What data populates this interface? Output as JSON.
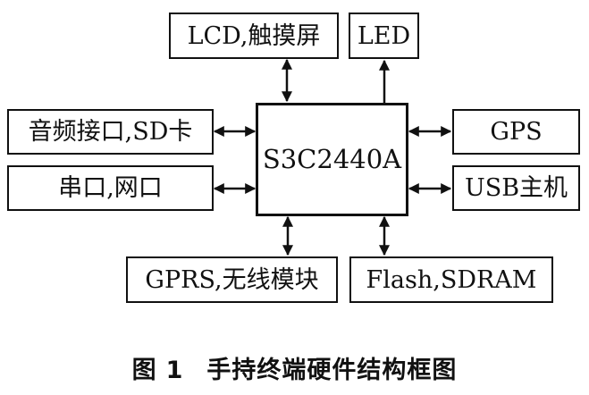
{
  "diagram": {
    "cpu": {
      "label": "S3C2440A"
    },
    "blocks": {
      "lcd": "LCD,触摸屏",
      "led": "LED",
      "audio_sd": "音频接口,SD卡",
      "serial_net": "串口,网口",
      "gps": "GPS",
      "usb_host": "USB主机",
      "gprs_wireless": "GPRS,无线模块",
      "flash_sdram": "Flash,SDRAM"
    },
    "connections": [
      {
        "from": "S3C2440A",
        "to": "LCD,触摸屏",
        "direction": "bidirectional"
      },
      {
        "from": "S3C2440A",
        "to": "LED",
        "direction": "to-led"
      },
      {
        "from": "S3C2440A",
        "to": "音频接口,SD卡",
        "direction": "bidirectional"
      },
      {
        "from": "S3C2440A",
        "to": "串口,网口",
        "direction": "bidirectional"
      },
      {
        "from": "S3C2440A",
        "to": "GPS",
        "direction": "bidirectional"
      },
      {
        "from": "S3C2440A",
        "to": "USB主机",
        "direction": "bidirectional"
      },
      {
        "from": "S3C2440A",
        "to": "GPRS,无线模块",
        "direction": "bidirectional"
      },
      {
        "from": "S3C2440A",
        "to": "Flash,SDRAM",
        "direction": "bidirectional"
      }
    ]
  },
  "caption": {
    "figure_label": "图",
    "figure_number": "1",
    "title": "手持终端硬件结构框图"
  },
  "colors": {
    "line": "#111111",
    "background": "#ffffff"
  }
}
